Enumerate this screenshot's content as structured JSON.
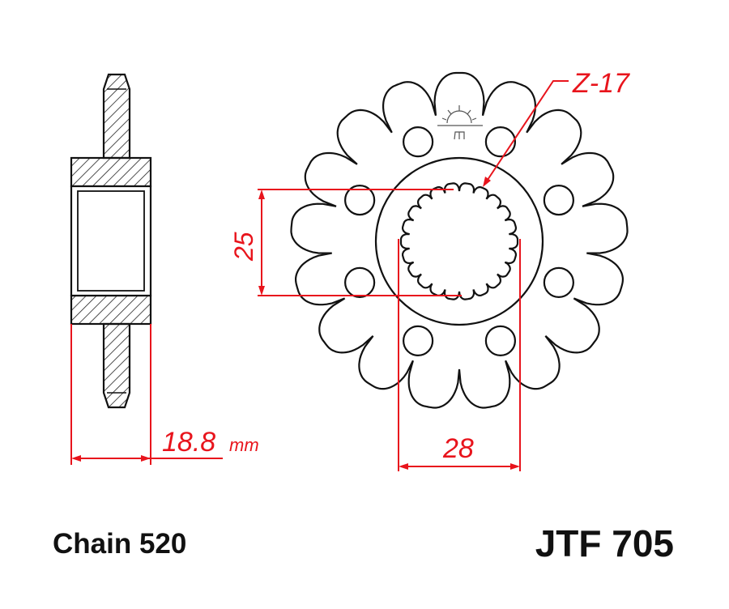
{
  "diagram": {
    "teeth_label": "Z-17",
    "teeth_count": 17,
    "spline_diameter_label": "25",
    "bore_span_label": "28",
    "width_value": "18.8",
    "width_unit": "mm",
    "chain_label": "Chain 520",
    "part_number": "JTF 705"
  },
  "colors": {
    "outline": "#111111",
    "dimension": "#e8141c"
  }
}
